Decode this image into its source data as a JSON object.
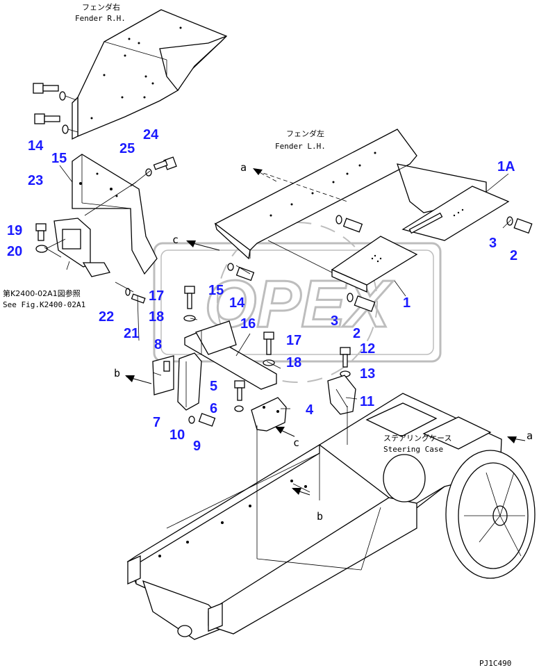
{
  "labels": {
    "fender_rh_jp": "フェンダ右",
    "fender_rh_en": "Fender R.H.",
    "fender_lh_jp": "フェンダ左",
    "fender_lh_en": "Fender L.H.",
    "steering_case_jp": "ステアリングケース",
    "steering_case_en": "Steering Case",
    "see_fig_jp": "第K2400-02A1図参照",
    "see_fig_en": "See Fig.K2400-02A1",
    "drawing_code": "PJ1C490"
  },
  "refs": {
    "a1": "a",
    "a2": "a",
    "b1": "b",
    "b2": "b",
    "c1": "c",
    "c2": "c"
  },
  "callouts": {
    "p1": "1",
    "p1A": "1A",
    "p2a": "2",
    "p2b": "2",
    "p3a": "3",
    "p3b": "3",
    "p4": "4",
    "p5": "5",
    "p6": "6",
    "p7": "7",
    "p8": "8",
    "p9": "9",
    "p10": "10",
    "p11": "11",
    "p12": "12",
    "p13": "13",
    "p14a": "14",
    "p14b": "14",
    "p15a": "15",
    "p15b": "15",
    "p16": "16",
    "p17a": "17",
    "p17b": "17",
    "p18a": "18",
    "p18b": "18",
    "p19": "19",
    "p20": "20",
    "p21": "21",
    "p22": "22",
    "p23": "23",
    "p24": "24",
    "p25": "25"
  },
  "watermark": {
    "text": "OPEX",
    "color": "#bdbdbd"
  },
  "colors": {
    "callout": "#1a1aff",
    "linework": "#000000"
  }
}
